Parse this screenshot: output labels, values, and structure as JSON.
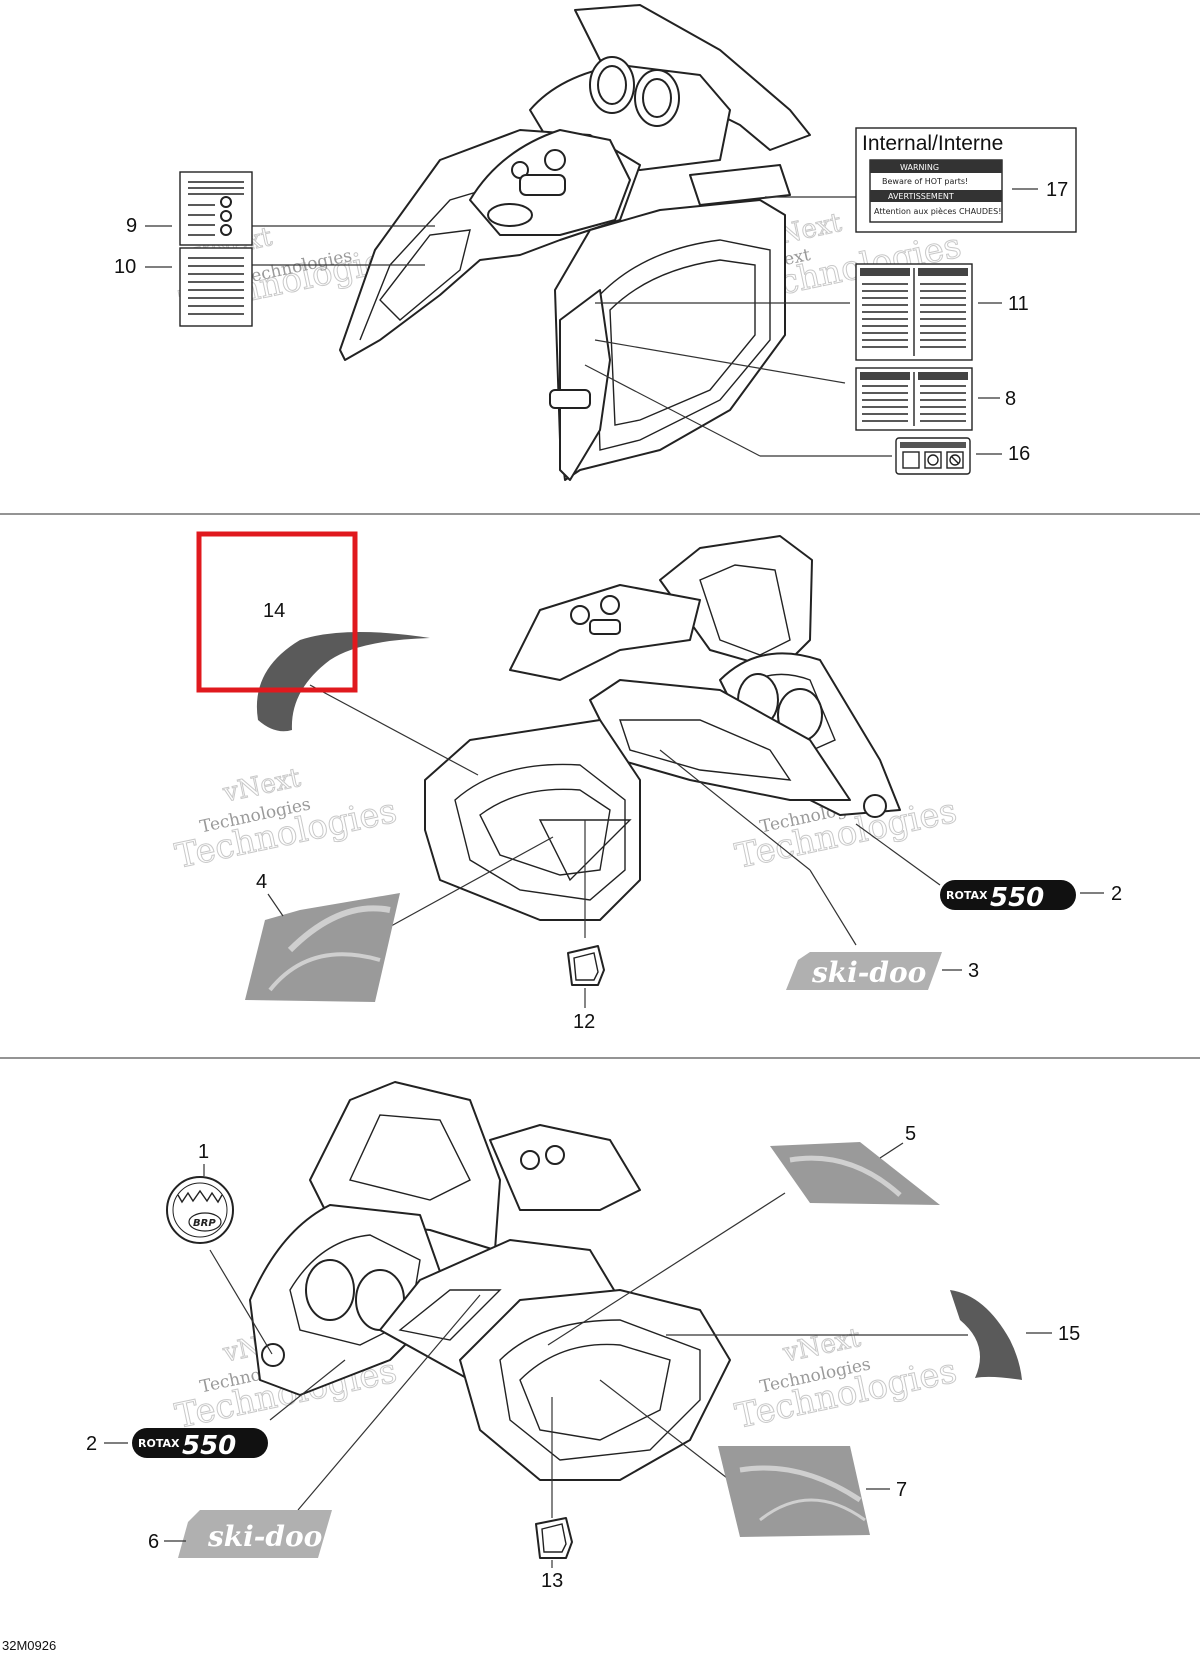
{
  "internal_label": "Internal/Interne",
  "warning_label": {
    "line1": "WARNING",
    "line2": "Beware of HOT parts!",
    "line3": "AVERTISSEMENT",
    "line4": "Attention aux pièces CHAUDES!"
  },
  "decal_text": {
    "rotax": "ROTAX",
    "engine": "550",
    "brand": "ski-doo",
    "brp": "BRP"
  },
  "callouts": {
    "c1": "1",
    "c2a": "2",
    "c2b": "2",
    "c3": "3",
    "c4": "4",
    "c5": "5",
    "c6": "6",
    "c7": "7",
    "c8": "8",
    "c9": "9",
    "c10": "10",
    "c11": "11",
    "c12": "12",
    "c13": "13",
    "c14": "14",
    "c15": "15",
    "c16": "16",
    "c17": "17"
  },
  "watermark": {
    "line1": "vNext",
    "line2": "Technologies"
  },
  "drawing_code": "32M0926",
  "highlight_color": "#e0191e"
}
